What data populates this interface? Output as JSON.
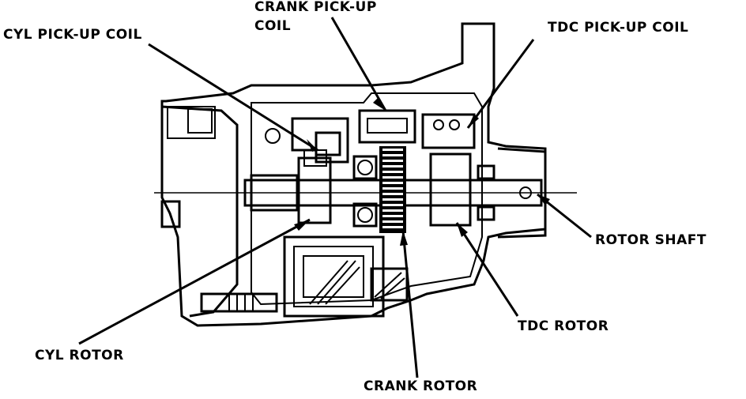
{
  "labels": {
    "cyl_pickup_coil": "CYL PICK-UP COIL",
    "crank_pickup_line1": "CRANK PICK-UP",
    "crank_pickup_line2": "COIL",
    "tdc_pickup_coil": "TDC PICK-UP COIL",
    "rotor_shaft": "ROTOR SHAFT",
    "tdc_rotor": "TDC ROTOR",
    "cyl_rotor": "CYL ROTOR",
    "crank_rotor": "CRANK ROTOR"
  }
}
